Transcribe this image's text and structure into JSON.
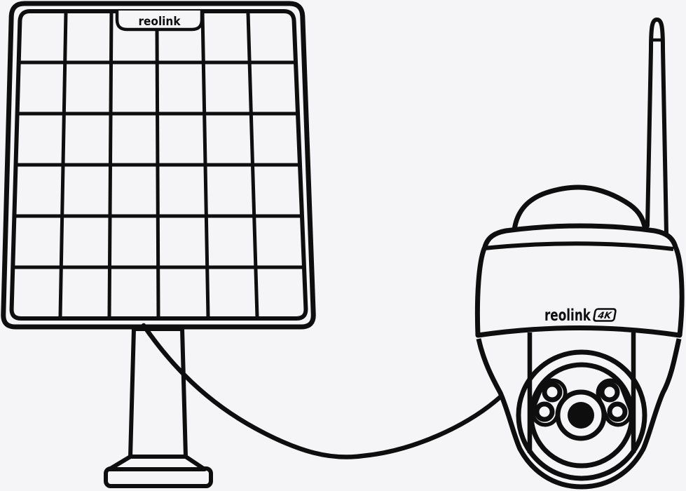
{
  "illustration": {
    "type": "product-line-drawing",
    "colors": {
      "background": "#f5f5f7",
      "line": "#0e0e0e"
    },
    "solar_panel": {
      "brand": "reolink",
      "grid_columns": 6,
      "grid_rows": 6
    },
    "camera": {
      "brand": "reolink",
      "badge": "4K"
    }
  }
}
